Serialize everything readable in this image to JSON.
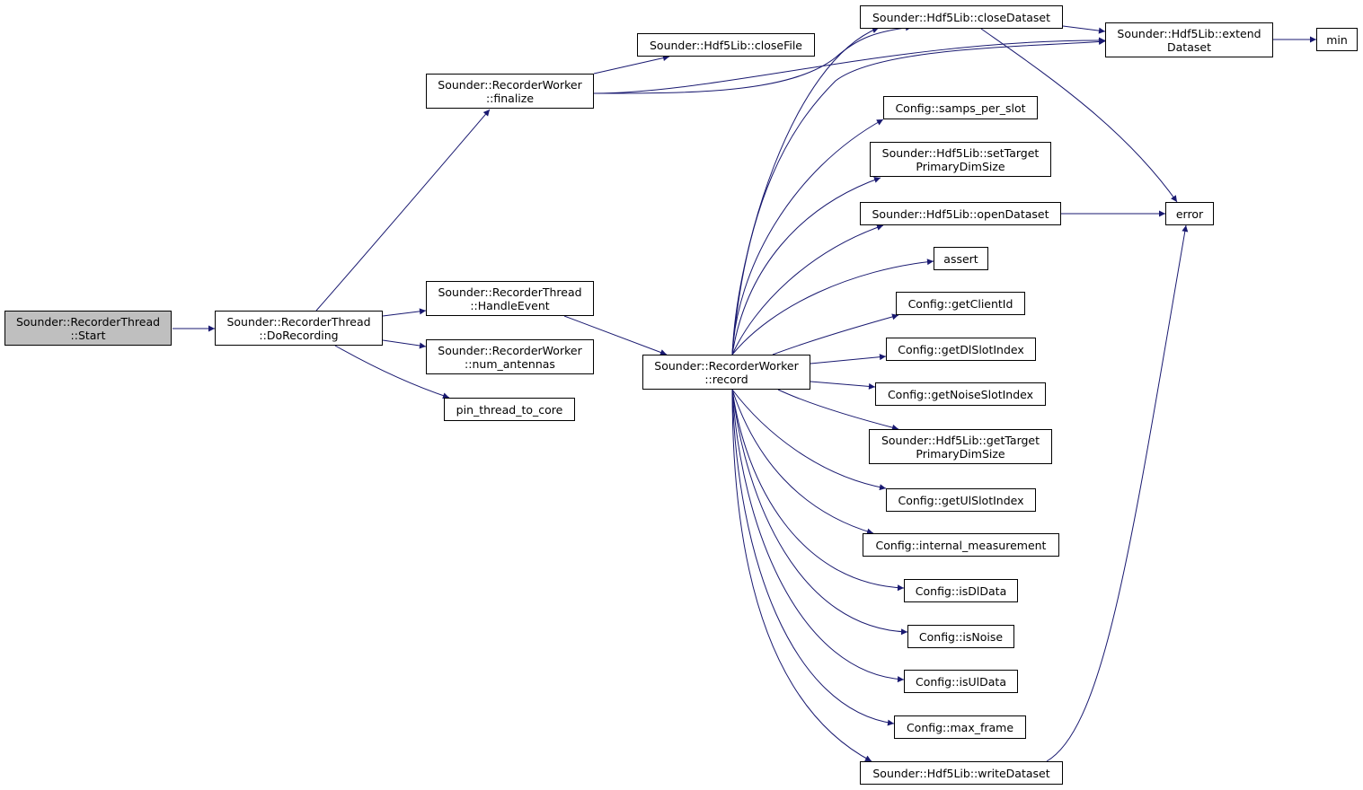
{
  "diagram": {
    "colors": {
      "edge": "#191970",
      "root_fill": "#bfbfbf",
      "node_fill": "#ffffff",
      "border": "#000000"
    },
    "nodes": [
      {
        "id": "start",
        "lines": [
          "Sounder::RecorderThread",
          "::Start"
        ],
        "root": true
      },
      {
        "id": "dorecording",
        "lines": [
          "Sounder::RecorderThread",
          "::DoRecording"
        ]
      },
      {
        "id": "finalize",
        "lines": [
          "Sounder::RecorderWorker",
          "::finalize"
        ]
      },
      {
        "id": "handleevent",
        "lines": [
          "Sounder::RecorderThread",
          "::HandleEvent"
        ]
      },
      {
        "id": "num_antennas",
        "lines": [
          "Sounder::RecorderWorker",
          "::num_antennas"
        ]
      },
      {
        "id": "pin_thread",
        "lines": [
          "pin_thread_to_core"
        ]
      },
      {
        "id": "closefile",
        "lines": [
          "Sounder::Hdf5Lib::closeFile"
        ]
      },
      {
        "id": "closedataset",
        "lines": [
          "Sounder::Hdf5Lib::closeDataset"
        ]
      },
      {
        "id": "extend",
        "lines": [
          "Sounder::Hdf5Lib::extend",
          "Dataset"
        ]
      },
      {
        "id": "min",
        "lines": [
          "min"
        ]
      },
      {
        "id": "record",
        "lines": [
          "Sounder::RecorderWorker",
          "::record"
        ]
      },
      {
        "id": "samps",
        "lines": [
          "Config::samps_per_slot"
        ]
      },
      {
        "id": "settarget",
        "lines": [
          "Sounder::Hdf5Lib::setTarget",
          "PrimaryDimSize"
        ]
      },
      {
        "id": "opendataset",
        "lines": [
          "Sounder::Hdf5Lib::openDataset"
        ]
      },
      {
        "id": "error",
        "lines": [
          "error"
        ]
      },
      {
        "id": "assert",
        "lines": [
          "assert"
        ]
      },
      {
        "id": "getclientid",
        "lines": [
          "Config::getClientId"
        ]
      },
      {
        "id": "getdlslot",
        "lines": [
          "Config::getDlSlotIndex"
        ]
      },
      {
        "id": "getnoiseslot",
        "lines": [
          "Config::getNoiseSlotIndex"
        ]
      },
      {
        "id": "gettarget",
        "lines": [
          "Sounder::Hdf5Lib::getTarget",
          "PrimaryDimSize"
        ]
      },
      {
        "id": "getulslot",
        "lines": [
          "Config::getUlSlotIndex"
        ]
      },
      {
        "id": "internal",
        "lines": [
          "Config::internal_measurement"
        ]
      },
      {
        "id": "isdldata",
        "lines": [
          "Config::isDlData"
        ]
      },
      {
        "id": "isnoise",
        "lines": [
          "Config::isNoise"
        ]
      },
      {
        "id": "isuldata",
        "lines": [
          "Config::isUlData"
        ]
      },
      {
        "id": "maxframe",
        "lines": [
          "Config::max_frame"
        ]
      },
      {
        "id": "writedataset",
        "lines": [
          "Sounder::Hdf5Lib::writeDataset"
        ]
      }
    ],
    "edges": [
      [
        "start",
        "dorecording"
      ],
      [
        "dorecording",
        "finalize"
      ],
      [
        "dorecording",
        "handleevent"
      ],
      [
        "dorecording",
        "num_antennas"
      ],
      [
        "dorecording",
        "pin_thread"
      ],
      [
        "finalize",
        "closefile"
      ],
      [
        "finalize",
        "closedataset"
      ],
      [
        "finalize",
        "extend"
      ],
      [
        "closedataset",
        "extend"
      ],
      [
        "closedataset",
        "error"
      ],
      [
        "extend",
        "min"
      ],
      [
        "handleevent",
        "record"
      ],
      [
        "record",
        "closedataset"
      ],
      [
        "record",
        "extend"
      ],
      [
        "record",
        "samps"
      ],
      [
        "record",
        "settarget"
      ],
      [
        "record",
        "opendataset"
      ],
      [
        "record",
        "assert"
      ],
      [
        "record",
        "getclientid"
      ],
      [
        "record",
        "getdlslot"
      ],
      [
        "record",
        "getnoiseslot"
      ],
      [
        "record",
        "gettarget"
      ],
      [
        "record",
        "getulslot"
      ],
      [
        "record",
        "internal"
      ],
      [
        "record",
        "isdldata"
      ],
      [
        "record",
        "isnoise"
      ],
      [
        "record",
        "isuldata"
      ],
      [
        "record",
        "maxframe"
      ],
      [
        "record",
        "writedataset"
      ],
      [
        "opendataset",
        "error"
      ],
      [
        "writedataset",
        "error"
      ]
    ]
  }
}
